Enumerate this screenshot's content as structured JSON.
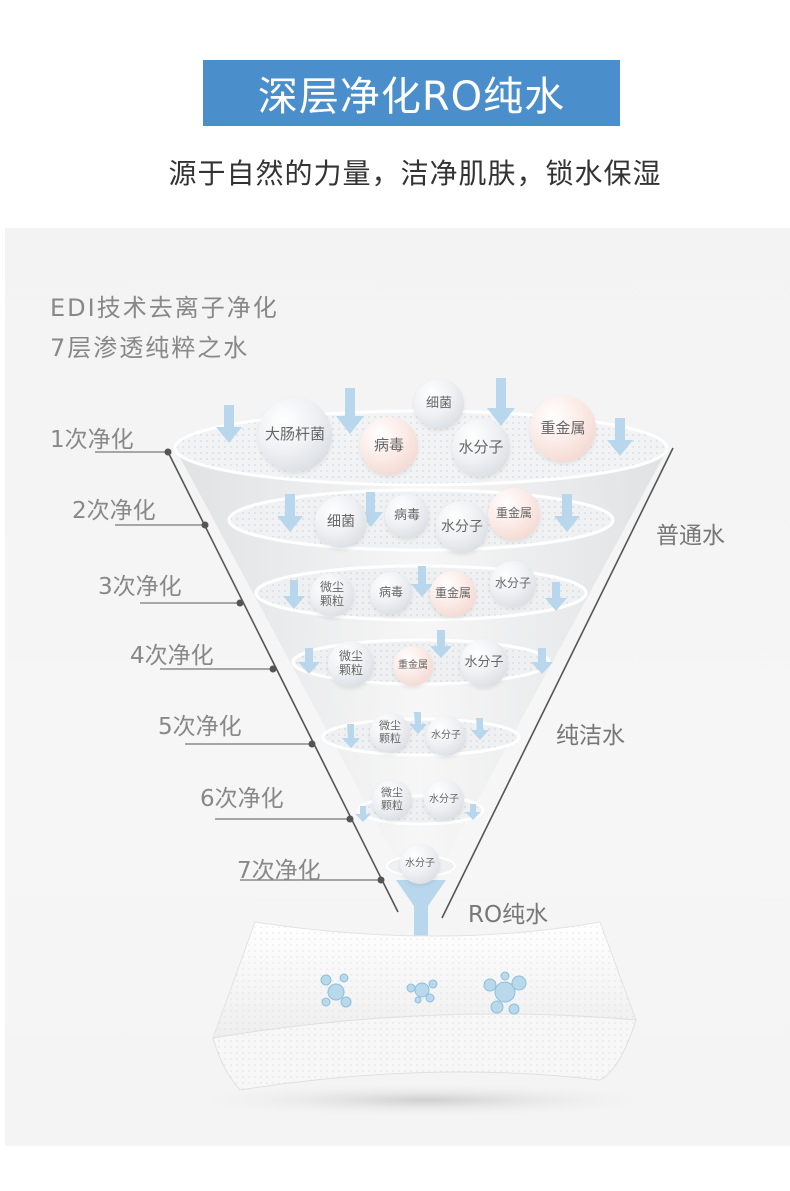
{
  "header": {
    "title": "深层净化RO纯水",
    "subtitle": "源于自然的力量，洁净肌肤，锁水保湿"
  },
  "intro": {
    "line1": "EDI技术去离子净化",
    "line2": "7层渗透纯粹之水"
  },
  "stages": [
    {
      "label": "1次净化"
    },
    {
      "label": "2次净化"
    },
    {
      "label": "3次净化"
    },
    {
      "label": "4次净化"
    },
    {
      "label": "5次净化"
    },
    {
      "label": "6次净化"
    },
    {
      "label": "7次净化"
    }
  ],
  "side_labels": {
    "normal": "普通水",
    "pure": "纯洁水",
    "ro": "RO纯水"
  },
  "bubbles": {
    "l1": [
      "大肠杆菌",
      "细菌",
      "病毒",
      "水分子",
      "重金属"
    ],
    "l2": [
      "细菌",
      "病毒",
      "水分子",
      "重金属"
    ],
    "l3": [
      "微尘\n颗粒",
      "病毒",
      "重金属",
      "水分子"
    ],
    "l4": [
      "微尘\n颗粒",
      "重金属",
      "水分子"
    ],
    "l5": [
      "微尘\n颗粒",
      "水分子"
    ],
    "l6": [
      "微尘\n颗粒",
      "水分子"
    ],
    "l7": [
      "水分子"
    ]
  },
  "colors": {
    "title_bg": "#4a8fcb",
    "arrow": "#b9d7ec",
    "pink_bubble": "#f3d8d0"
  }
}
